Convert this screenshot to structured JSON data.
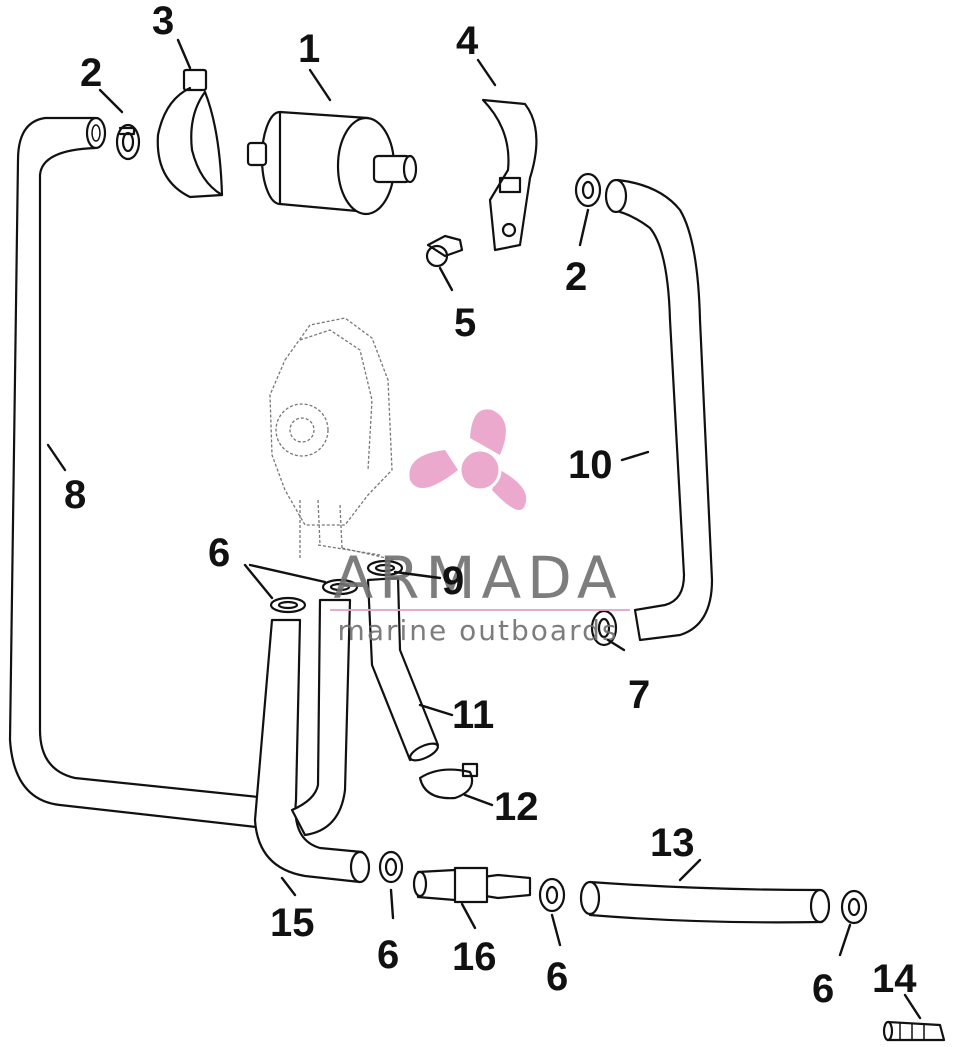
{
  "callouts": {
    "c1": "1",
    "c2a": "2",
    "c2b": "2",
    "c3": "3",
    "c4": "4",
    "c5": "5",
    "c6a": "6",
    "c6b": "6",
    "c6c": "6",
    "c6d": "6",
    "c7": "7",
    "c8": "8",
    "c9": "9",
    "c10": "10",
    "c11": "11",
    "c12": "12",
    "c13": "13",
    "c14": "14",
    "c15": "15",
    "c16": "16"
  },
  "watermark": {
    "brand": "ARMADA",
    "tagline": "marine outboards",
    "color": "#e8a0c8"
  }
}
